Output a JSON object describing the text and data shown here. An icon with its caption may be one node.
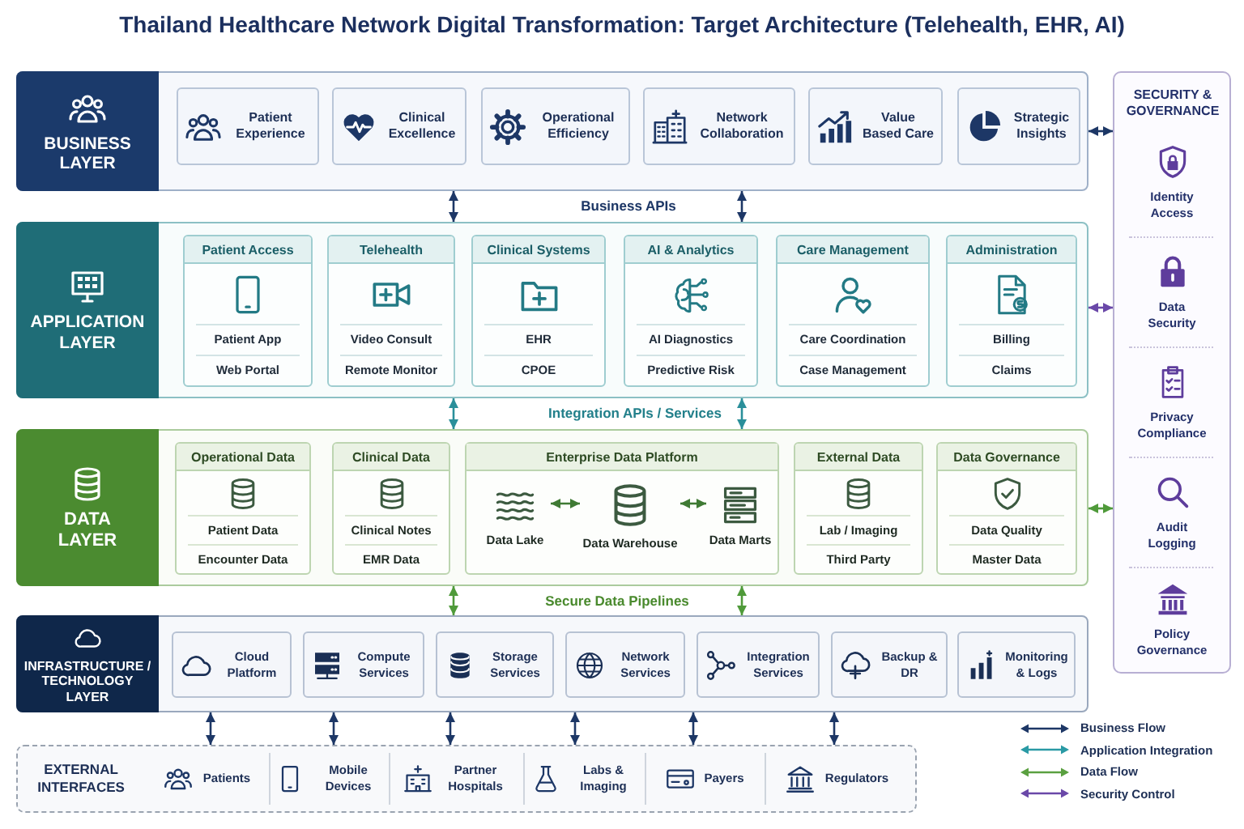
{
  "diagram": {
    "title": "Thailand Healthcare Network Digital Transformation: Target Architecture (Telehealth, EHR, AI)",
    "nodes": [
      {
        "text": [
          "BUSINESS LAYER"
        ]
      },
      {
        "text": [
          "Patient Experience"
        ],
        "in": 0
      },
      {
        "text": [
          "Clinical Excellence"
        ],
        "in": 0
      },
      {
        "text": [
          "Operational Efficiency"
        ],
        "in": 0
      },
      {
        "text": [
          "Network Collaboration"
        ],
        "in": 0
      },
      {
        "text": [
          "Value Based Care"
        ],
        "in": 0
      },
      {
        "text": [
          "Strategic Insights"
        ],
        "in": 0
      },
      {
        "text": [
          "APPLICATION LAYER"
        ]
      },
      {
        "text": [
          "Patient Access",
          "Patient App",
          "Web Portal"
        ],
        "in": 7
      },
      {
        "text": [
          "Telehealth",
          "Video Consult",
          "Remote Monitor"
        ],
        "in": 7
      },
      {
        "text": [
          "Clinical Systems",
          "EHR",
          "CPOE"
        ],
        "in": 7
      },
      {
        "text": [
          "AI & Analytics",
          "AI Diagnostics",
          "Predictive Risk"
        ],
        "in": 7
      },
      {
        "text": [
          "Care Management",
          "Care Coordination",
          "Case Management"
        ],
        "in": 7
      },
      {
        "text": [
          "Administration",
          "Billing",
          "Claims"
        ],
        "in": 7
      },
      {
        "text": [
          "DATA LAYER"
        ]
      },
      {
        "text": [
          "Operational Data",
          "Patient Data",
          "Encounter Data"
        ],
        "in": 14
      },
      {
        "text": [
          "Clinical Data",
          "Clinical Notes",
          "EMR Data"
        ],
        "in": 14
      },
      {
        "text": [
          "Enterprise Data Platform"
        ],
        "in": 14
      },
      {
        "text": [
          "Data Lake"
        ],
        "in": 17
      },
      {
        "text": [
          "Data Warehouse"
        ],
        "in": 17
      },
      {
        "text": [
          "Data Marts"
        ],
        "in": 17
      },
      {
        "text": [
          "External Data",
          "Lab / Imaging",
          "Third Party"
        ],
        "in": 14
      },
      {
        "text": [
          "Data Governance",
          "Data Quality",
          "Master Data"
        ],
        "in": 14
      },
      {
        "text": [
          "INFRASTRUCTURE / TECHNOLOGY LAYER"
        ]
      },
      {
        "text": [
          "Cloud Platform"
        ],
        "in": 23
      },
      {
        "text": [
          "Compute Services"
        ],
        "in": 23
      },
      {
        "text": [
          "Storage Services"
        ],
        "in": 23
      },
      {
        "text": [
          "Network Services"
        ],
        "in": 23
      },
      {
        "text": [
          "Integration Services"
        ],
        "in": 23
      },
      {
        "text": [
          "Backup & DR"
        ],
        "in": 23
      },
      {
        "text": [
          "Monitoring & Logs"
        ],
        "in": 23
      },
      {
        "text": [
          "EXTERNAL INTERFACES"
        ]
      },
      {
        "text": [
          "Patients"
        ],
        "in": 31
      },
      {
        "text": [
          "Mobile Devices"
        ],
        "in": 31
      },
      {
        "text": [
          "Partner Hospitals"
        ],
        "in": 31
      },
      {
        "text": [
          "Labs & Imaging"
        ],
        "in": 31
      },
      {
        "text": [
          "Payers"
        ],
        "in": 31
      },
      {
        "text": [
          "Regulators"
        ],
        "in": 31
      },
      {
        "text": [
          "SECURITY & GOVERNANCE"
        ]
      },
      {
        "text": [
          "Identity Access"
        ],
        "in": 38
      },
      {
        "text": [
          "Data Security"
        ],
        "in": 38
      },
      {
        "text": [
          "Privacy Compliance"
        ],
        "in": 38
      },
      {
        "text": [
          "Audit Logging"
        ],
        "in": 38
      },
      {
        "text": [
          "Policy Governance"
        ],
        "in": 38
      }
    ],
    "edges": [
      {
        "from": 0,
        "to": 7,
        "arrow": "both"
      },
      {
        "from": 0,
        "to": 7,
        "arrow": "both"
      },
      {
        "from": 7,
        "to": 14,
        "arrow": "both",
        "color": "#2a8f9a"
      },
      {
        "from": 7,
        "to": 14,
        "arrow": "both",
        "color": "#2a8f9a"
      },
      {
        "from": 14,
        "to": 23,
        "arrow": "both",
        "color": "#4f9a3a"
      },
      {
        "from": 14,
        "to": 23,
        "arrow": "both",
        "color": "#4f9a3a"
      },
      {
        "from": 23,
        "to": 31,
        "arrow": "both"
      },
      {
        "from": 23,
        "to": 31,
        "arrow": "both"
      },
      {
        "from": 23,
        "to": 31,
        "arrow": "both"
      },
      {
        "from": 23,
        "to": 31,
        "arrow": "both"
      },
      {
        "from": 23,
        "to": 31,
        "arrow": "both"
      },
      {
        "from": 23,
        "to": 31,
        "arrow": "both"
      },
      {
        "from": 0,
        "to": 38,
        "arrow": "both"
      },
      {
        "from": 7,
        "to": 38,
        "arrow": "both",
        "color": "#6a48a8"
      },
      {
        "from": 14,
        "to": 38,
        "arrow": "both",
        "color": "#4f9a3a"
      },
      {
        "from": 18,
        "to": 19,
        "arrow": "both",
        "color": "#3f7a34"
      },
      {
        "from": 19,
        "to": 20,
        "arrow": "both",
        "color": "#3f7a34"
      }
    ],
    "labels": [
      "Business APIs",
      "Integration APIs / Services",
      "Secure Data Pipelines"
    ],
    "legend": [
      {
        "text": "Business Flow"
      },
      {
        "text": "Application Integration"
      },
      {
        "text": "Data Flow"
      },
      {
        "text": "Security Control"
      }
    ]
  }
}
